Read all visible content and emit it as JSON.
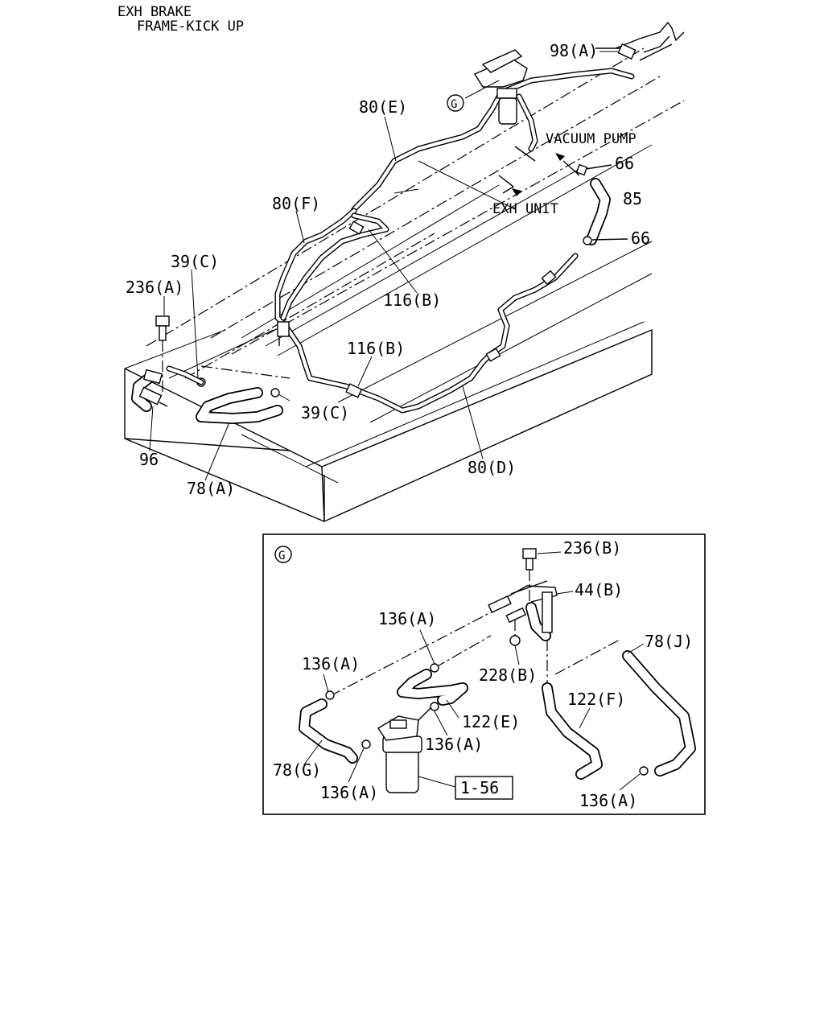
{
  "title": {
    "line1": "EXH BRAKE",
    "line2": "FRAME-KICK UP"
  },
  "directions": {
    "vacuum_pump": "VACUUM PUMP",
    "exh_unit": "EXH UNIT"
  },
  "main_labels": {
    "p98a": "98(A)",
    "g_ref": "G",
    "p80e": "80(E)",
    "p66_top": "66",
    "p85": "85",
    "p66_bottom": "66",
    "p80f": "80(F)",
    "p39c_top": "39(C)",
    "p236a": "236(A)",
    "p116b_upper": "116(B)",
    "p116b_lower": "116(B)",
    "p39c_bottom": "39(C)",
    "p96": "96",
    "p78a": "78(A)",
    "p80d": "80(D)"
  },
  "detail": {
    "tag": "G",
    "labels": {
      "p236b": "236(B)",
      "p44b": "44(B)",
      "p136a_1": "136(A)",
      "p78j": "78(J)",
      "p136a_2": "136(A)",
      "p228b": "228(B)",
      "p122f": "122(F)",
      "p122e": "122(E)",
      "p136a_3": "136(A)",
      "p78g": "78(G)",
      "p136a_4": "136(A)",
      "p136a_5": "136(A)",
      "ref_box": "1-56"
    }
  },
  "colors": {
    "ink": "#000000",
    "paper": "#ffffff"
  }
}
